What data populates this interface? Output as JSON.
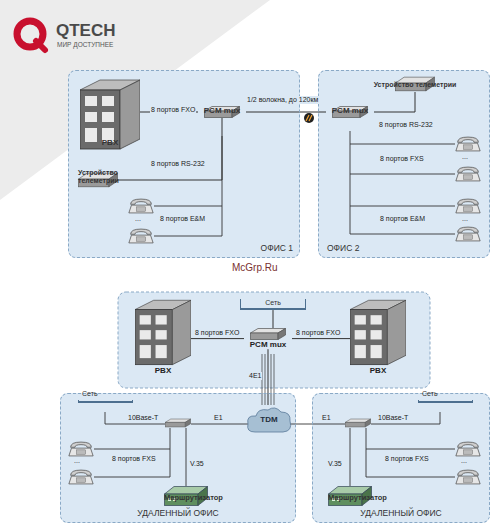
{
  "diagram": {
    "nodes": [
      {
        "text": [
          "ОФИС 1"
        ]
      },
      {
        "text": [
          "PBX"
        ],
        "in": 0
      },
      {
        "text": [
          "PCM mux"
        ],
        "in": 0
      },
      {
        "text": [
          "Устройство телеметрии"
        ],
        "in": 0
      },
      {
        "text": [
          "ОФИС 2"
        ]
      },
      {
        "text": [
          "PCM mux"
        ],
        "in": 4
      },
      {
        "text": [
          "Устройство телеметрии"
        ],
        "in": 4
      },
      {
        "text": [
          "PBX"
        ]
      },
      {
        "text": [
          "Сеть"
        ]
      },
      {
        "text": [
          "PCM mux"
        ]
      },
      {
        "text": [
          "PBX"
        ]
      },
      {
        "text": [
          "TDM"
        ]
      },
      {
        "text": [
          "УДАЛЕННЫЙ ОФИС"
        ]
      },
      {
        "text": [
          "Сеть"
        ],
        "in": 12
      },
      {
        "text": [
          "Маршрутизатор"
        ],
        "in": 12
      },
      {
        "text": [
          "УДАЛЕННЫЙ ОФИС"
        ]
      },
      {
        "text": [
          "Сеть"
        ],
        "in": 15
      },
      {
        "text": [
          "Маршрутизатор"
        ],
        "in": 15
      }
    ],
    "edges": [
      {
        "from": 1,
        "to": 2,
        "label": "8 портов FXO",
        "arrow": "none"
      },
      {
        "from": 2,
        "to": 5,
        "label": "1/2 волокна, до 120км",
        "arrow": "none"
      },
      {
        "from": 2,
        "to": 3,
        "label": "8 портов RS-232",
        "arrow": "none"
      },
      {
        "from": 5,
        "to": 6,
        "label": "8 портов RS-232",
        "arrow": "none"
      },
      {
        "from": 7,
        "to": 9,
        "label": "8 портов FXO",
        "arrow": "none"
      },
      {
        "from": 10,
        "to": 9,
        "label": "8 портов FXO",
        "arrow": "none"
      },
      {
        "from": 8,
        "to": 9,
        "arrow": "none"
      },
      {
        "from": 9,
        "to": 11,
        "label": "4E1",
        "arrow": "none"
      }
    ],
    "labels": [
      "QTECH",
      "МИР ДОСТУПНЕЕ",
      "8 портов E&M",
      "...",
      "8 портов FXS",
      "...",
      "8 портов E&M",
      "...",
      "McGrp.Ru",
      "10Base-T",
      "E1",
      "8 портов FXS",
      "...",
      "V.35",
      "10Base-T",
      "E1",
      "8 портов FXS",
      "...",
      "V.35"
    ]
  }
}
